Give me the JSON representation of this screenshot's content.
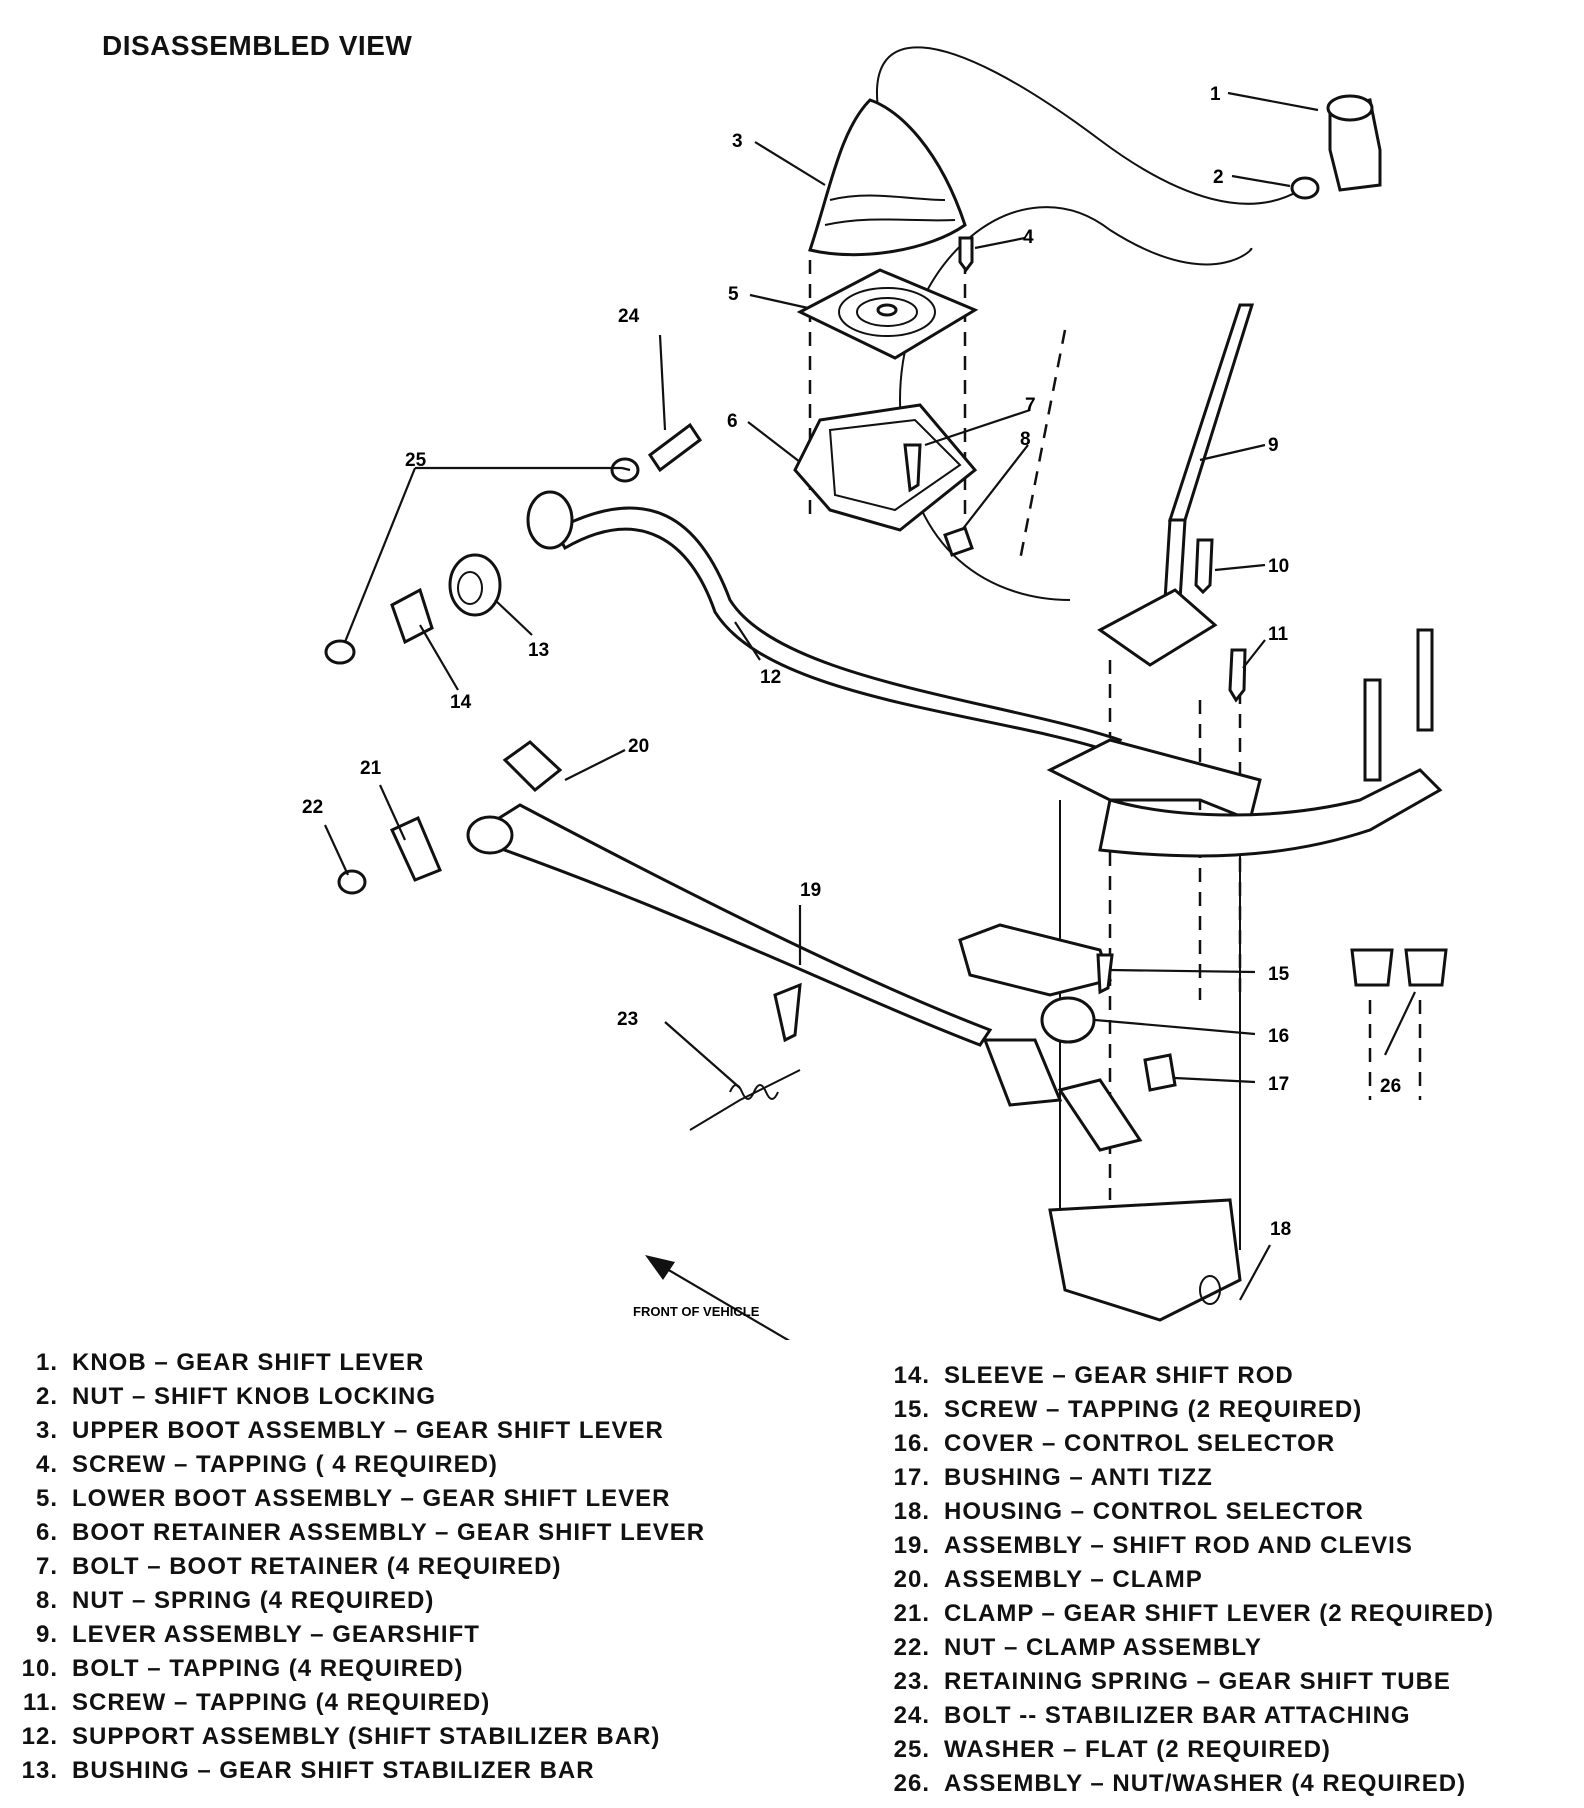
{
  "title": "DISASSEMBLED VIEW",
  "front_label": "FRONT OF VEHICLE",
  "callouts": [
    "1",
    "2",
    "3",
    "4",
    "5",
    "6",
    "7",
    "8",
    "9",
    "10",
    "11",
    "12",
    "13",
    "14",
    "15",
    "16",
    "17",
    "18",
    "19",
    "20",
    "21",
    "22",
    "23",
    "24",
    "25",
    "26"
  ],
  "legend_left": [
    {
      "num": "1.",
      "text": "KNOB – GEAR SHIFT LEVER"
    },
    {
      "num": "2.",
      "text": "NUT – SHIFT KNOB LOCKING"
    },
    {
      "num": "3.",
      "text": "UPPER BOOT ASSEMBLY – GEAR SHIFT LEVER"
    },
    {
      "num": "4.",
      "text": "SCREW – TAPPING ( 4 REQUIRED)"
    },
    {
      "num": "5.",
      "text": "LOWER BOOT ASSEMBLY – GEAR SHIFT LEVER"
    },
    {
      "num": "6.",
      "text": "BOOT RETAINER ASSEMBLY – GEAR SHIFT LEVER"
    },
    {
      "num": "7.",
      "text": "BOLT – BOOT RETAINER (4 REQUIRED)"
    },
    {
      "num": "8.",
      "text": "NUT – SPRING (4 REQUIRED)"
    },
    {
      "num": "9.",
      "text": "LEVER ASSEMBLY – GEARSHIFT"
    },
    {
      "num": "10.",
      "text": "BOLT – TAPPING (4 REQUIRED)"
    },
    {
      "num": "11.",
      "text": "SCREW – TAPPING (4 REQUIRED)"
    },
    {
      "num": "12.",
      "text": "SUPPORT ASSEMBLY (SHIFT STABILIZER BAR)"
    },
    {
      "num": "13.",
      "text": "BUSHING – GEAR SHIFT STABILIZER BAR"
    }
  ],
  "legend_right": [
    {
      "num": "14.",
      "text": "SLEEVE – GEAR SHIFT ROD"
    },
    {
      "num": "15.",
      "text": "SCREW – TAPPING (2 REQUIRED)"
    },
    {
      "num": "16.",
      "text": "COVER – CONTROL SELECTOR"
    },
    {
      "num": "17.",
      "text": "BUSHING – ANTI TIZZ"
    },
    {
      "num": "18.",
      "text": "HOUSING – CONTROL SELECTOR"
    },
    {
      "num": "19.",
      "text": "ASSEMBLY – SHIFT ROD AND CLEVIS"
    },
    {
      "num": "20.",
      "text": "ASSEMBLY – CLAMP"
    },
    {
      "num": "21.",
      "text": "CLAMP – GEAR SHIFT LEVER (2 REQUIRED)"
    },
    {
      "num": "22.",
      "text": "NUT – CLAMP ASSEMBLY"
    },
    {
      "num": "23.",
      "text": "RETAINING SPRING – GEAR SHIFT TUBE"
    },
    {
      "num": "24.",
      "text": "BOLT -- STABILIZER BAR ATTACHING"
    },
    {
      "num": "25.",
      "text": "WASHER – FLAT (2 REQUIRED)"
    },
    {
      "num": "26.",
      "text": "ASSEMBLY – NUT/WASHER (4 REQUIRED)"
    }
  ]
}
